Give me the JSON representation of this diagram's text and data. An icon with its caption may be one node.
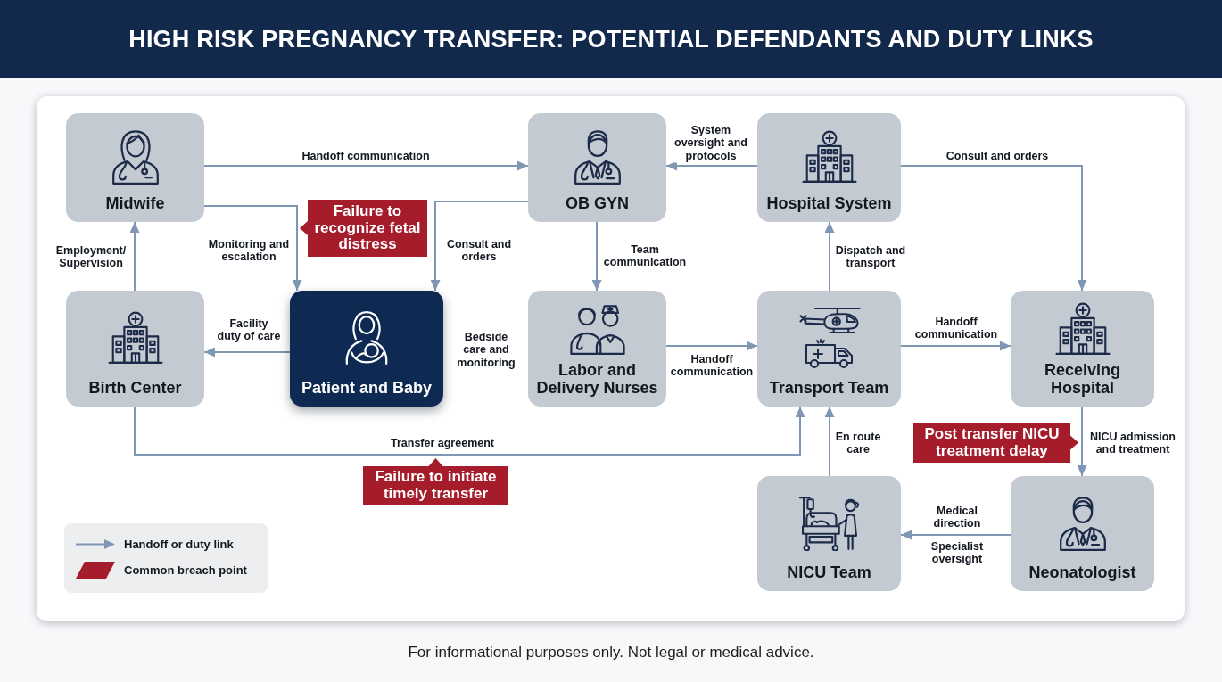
{
  "diagram": {
    "title": "HIGH RISK PREGNANCY TRANSFER: POTENTIAL DEFENDANTS AND DUTY LINKS",
    "caption": "For informational purposes only. Not legal or medical advice.",
    "nodes": [
      {
        "text": [
          "Midwife"
        ]
      },
      {
        "text": [
          "OB GYN"
        ]
      },
      {
        "text": [
          "Hospital System"
        ]
      },
      {
        "text": [
          "Failure to recognize fetal distress"
        ]
      },
      {
        "text": [
          "Birth Center"
        ]
      },
      {
        "text": [
          "Patient and Baby"
        ]
      },
      {
        "text": [
          "Labor and Delivery Nurses"
        ]
      },
      {
        "text": [
          "Transport Team"
        ]
      },
      {
        "text": [
          "Receiving Hospital"
        ]
      },
      {
        "text": [
          "Post transfer NICU treatment delay"
        ]
      },
      {
        "text": [
          "Failure to initiate timely transfer"
        ]
      },
      {
        "text": [
          "NICU Team"
        ]
      },
      {
        "text": [
          "Neonatologist"
        ]
      }
    ],
    "edges": [
      {
        "from": 0,
        "to": 1,
        "arrow": "to",
        "label": "Handoff communication"
      },
      {
        "from": 0,
        "to": 5,
        "arrow": "to",
        "label": "Monitoring and escalation"
      },
      {
        "from": 1,
        "to": 5,
        "arrow": "to",
        "label": "Consult and orders"
      },
      {
        "from": 2,
        "to": 1,
        "arrow": "to",
        "label": "System oversight and protocols"
      },
      {
        "from": 2,
        "to": 8,
        "arrow": "to",
        "label": "Consult and orders"
      },
      {
        "from": 4,
        "to": 0,
        "arrow": "to",
        "label": "Employment/ Supervision"
      },
      {
        "from": 5,
        "to": 4,
        "arrow": "to",
        "label": "Facility duty of care"
      },
      {
        "from": 1,
        "to": 6,
        "arrow": "to",
        "label": "Team communication"
      },
      {
        "from": 6,
        "to": 7,
        "arrow": "to",
        "label": "Handoff communication"
      },
      {
        "from": 7,
        "to": 2,
        "arrow": "to",
        "label": "Dispatch and transport"
      },
      {
        "from": 7,
        "to": 8,
        "arrow": "to",
        "label": "Handoff communication"
      },
      {
        "from": 4,
        "to": 7,
        "arrow": "to",
        "label": "Transfer agreement"
      },
      {
        "from": 11,
        "to": 7,
        "arrow": "to",
        "label": "En route care"
      },
      {
        "from": 8,
        "to": 12,
        "arrow": "to",
        "label": "NICU admission and treatment"
      },
      {
        "from": 12,
        "to": 11,
        "arrow": "to",
        "label": "Medical direction"
      }
    ],
    "labels": [
      "Bedside care and monitoring",
      "Specialist oversight"
    ],
    "legend": [
      {
        "text": "Handoff or duty link"
      },
      {
        "text": "Common breach point",
        "color": "#a51c2a"
      }
    ]
  }
}
